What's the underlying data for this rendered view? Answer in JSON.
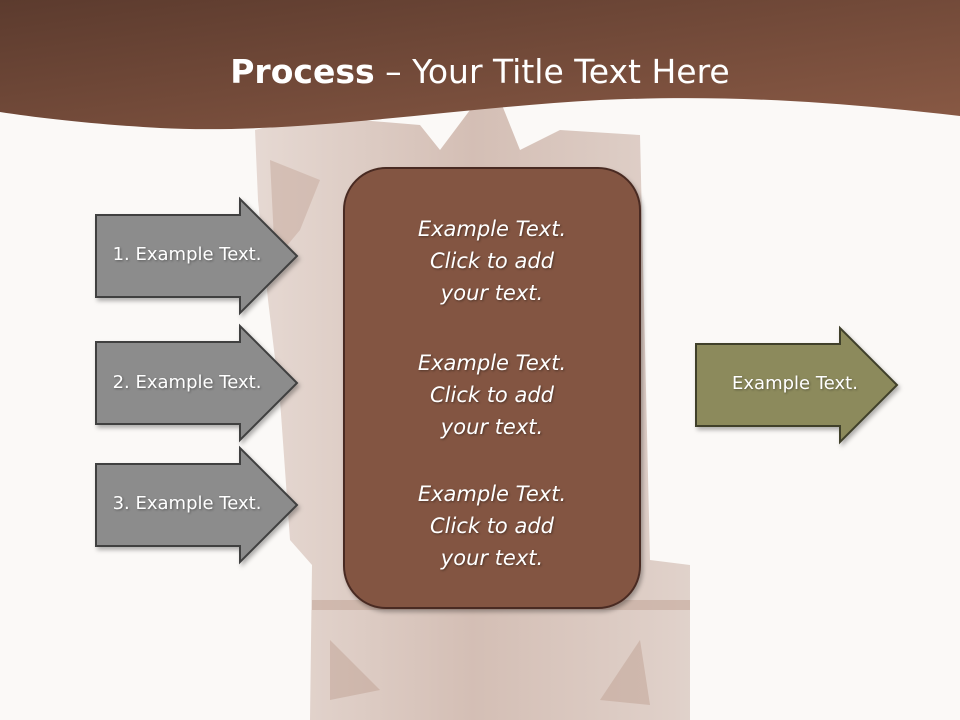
{
  "title": {
    "bold": "Process",
    "rest": " – Your Title Text Here"
  },
  "colors": {
    "header_dark": "#5c3b2e",
    "header_light": "#8a5a45",
    "center_box": "#835443",
    "center_box_border": "#4a2c22",
    "step_arrow": "#8c8c8c",
    "step_arrow_border": "#3f3f3f",
    "output_arrow": "#8c8a5c",
    "output_arrow_border": "#3f3f2a"
  },
  "steps": [
    {
      "label": "1. Example Text."
    },
    {
      "label": "2. Example Text."
    },
    {
      "label": "3. Example Text."
    }
  ],
  "center_blocks": [
    {
      "line1": "Example Text.",
      "line2": "Click  to add",
      "line3": "your text."
    },
    {
      "line1": "Example Text.",
      "line2": "Click  to add",
      "line3": "your text."
    },
    {
      "line1": "Example Text.",
      "line2": "Click  to add",
      "line3": "your text."
    }
  ],
  "output": {
    "label": "Example Text."
  }
}
